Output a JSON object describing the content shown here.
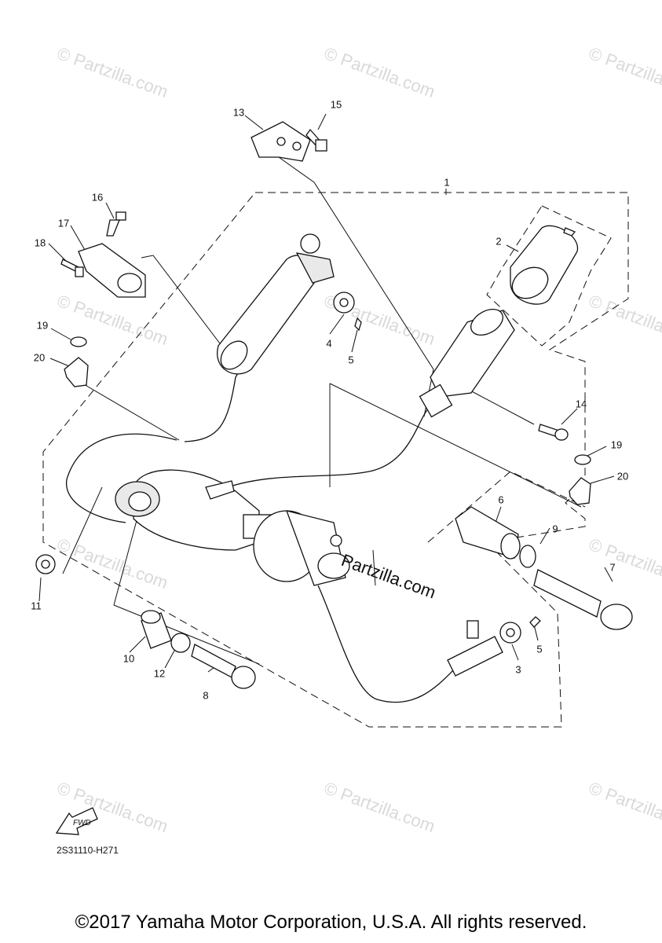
{
  "watermark_text": "© Partzilla.com",
  "brand_text": "Partzilla.com",
  "diagram_code": "2S31110-H271",
  "fwd_label": "FWD",
  "copyright": "©2017 Yamaha Motor Corporation, U.S.A. All rights reserved.",
  "callouts": {
    "c1": "1",
    "c2": "2",
    "c3": "3",
    "c4": "4",
    "c5a": "5",
    "c5b": "5",
    "c6": "6",
    "c7": "7",
    "c8": "8",
    "c9": "9",
    "c10": "10",
    "c11": "11",
    "c12": "12",
    "c13": "13",
    "c14": "14",
    "c15": "15",
    "c16": "16",
    "c17": "17",
    "c18": "18",
    "c19a": "19",
    "c19b": "19",
    "c20a": "20",
    "c20b": "20"
  }
}
